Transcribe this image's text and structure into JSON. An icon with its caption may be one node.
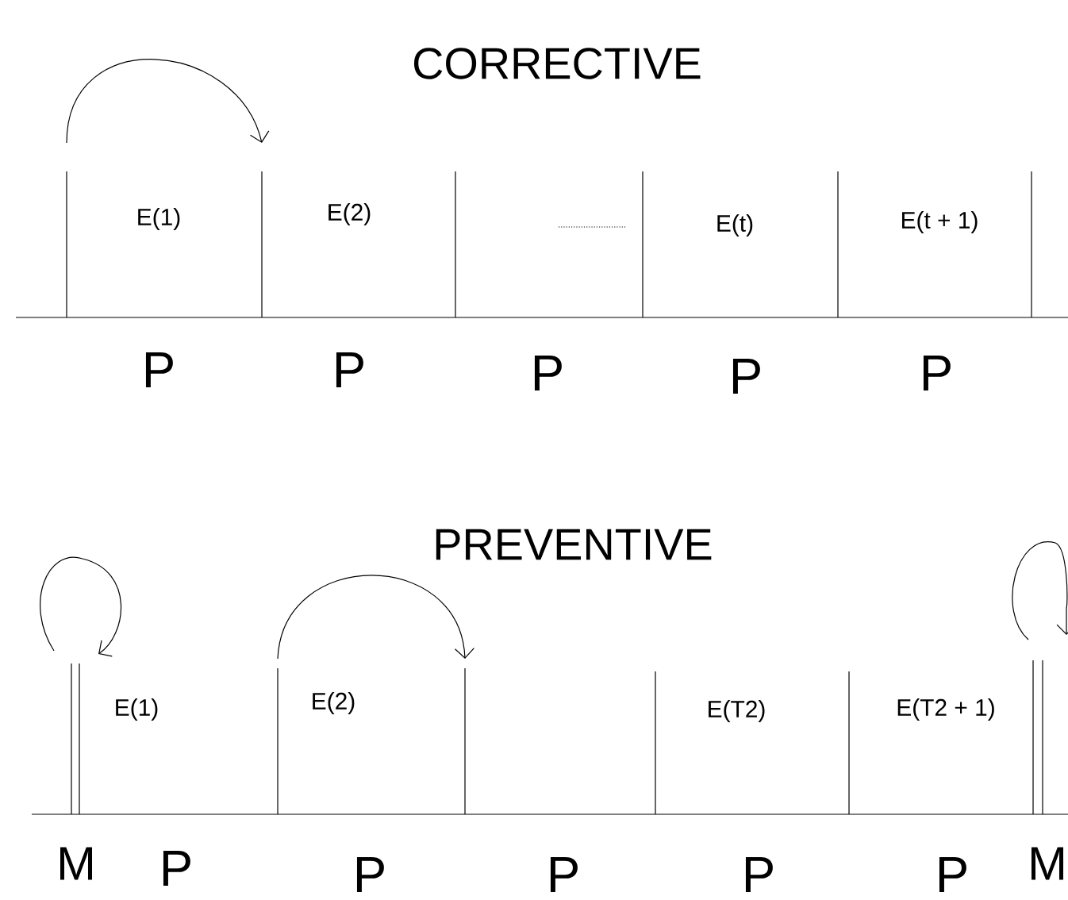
{
  "diagram": {
    "labels": [
      "CORRECTIVE",
      "E(1)",
      "E(2)",
      "E(t)",
      "E(t + 1)",
      "P",
      "P",
      "P",
      "P",
      "P",
      "PREVENTIVE",
      "E(1)",
      "E(2)",
      "E(T2)",
      "E(T2 + 1)",
      "M",
      "P",
      "P",
      "P",
      "P",
      "P",
      "M"
    ]
  }
}
